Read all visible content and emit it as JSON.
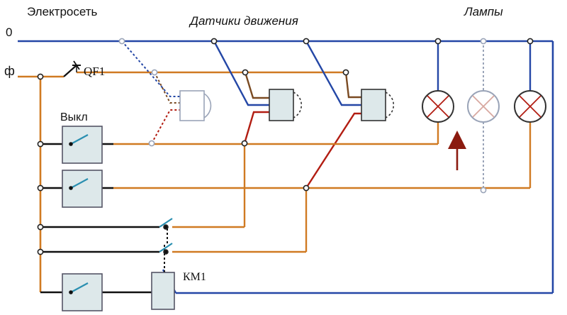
{
  "labels": {
    "network": "Электросеть",
    "sensors": "Датчики движения",
    "lamps": "Лампы",
    "neutral": "0",
    "phase": "ф",
    "breaker": "QF1",
    "switch": "Выкл",
    "relay": "КМ1"
  },
  "colors": {
    "neutral_wire": "#2447a6",
    "phase_wire": "#d07a22",
    "control_wire": "#b21d12",
    "sensor_wire": "#7a4a22",
    "ground_wire": "#111111",
    "dotted": "#9aa4b8",
    "lamp_cross": "#b21d12",
    "switch_fill": "#dde8ea",
    "arrow": "#8b1a0f"
  }
}
